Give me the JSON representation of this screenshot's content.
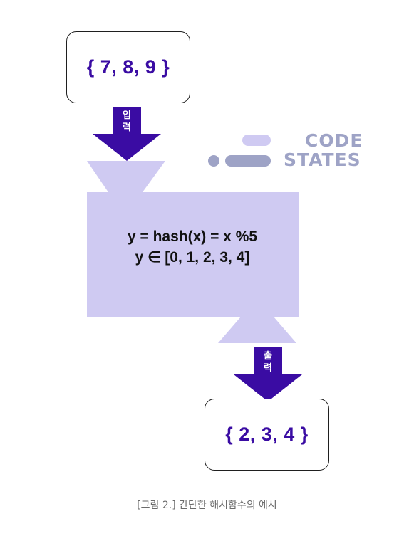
{
  "diagram": {
    "input_set": "{ 7, 8, 9 }",
    "output_set": "{ 2, 3, 4 }",
    "input_arrow_label": "입\n력",
    "output_arrow_label": "출\n력",
    "formula_line1": "y = hash(x) = x %5",
    "formula_line2": "y ∈ [0, 1, 2, 3, 4]",
    "colors": {
      "arrow": "#3a0ca3",
      "machine": "#cfcaf2",
      "set_text": "#3a0ca3",
      "logo": "#9ea3c6"
    }
  },
  "logo": {
    "word1": "CODE",
    "word2": "STATES"
  },
  "caption": "[그림 2.] 간단한 해시함수의 예시"
}
